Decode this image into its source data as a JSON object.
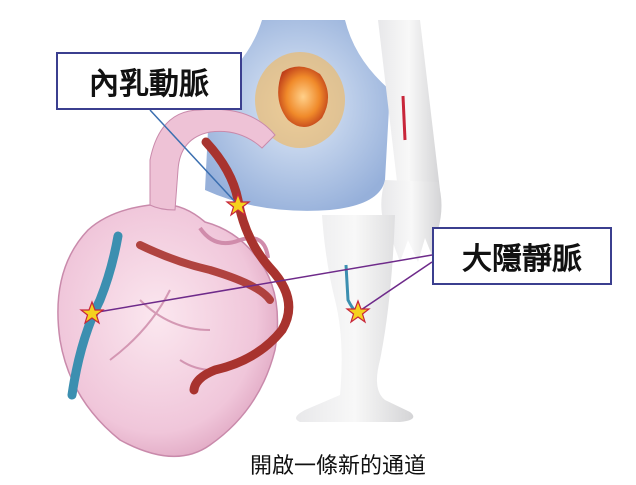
{
  "labels": {
    "internal_mammary_artery": "內乳動脈",
    "great_saphenous_vein": "大隱靜脈"
  },
  "caption": "開啟一條新的通道",
  "colors": {
    "heart": "#f1cfe0",
    "graft_artery": "#a8332e",
    "graft_vein": "#3c8fb0",
    "label_border": "#3b3f8f",
    "connector_line": "#6e2a8a",
    "star": "#f5d21e"
  },
  "icons": [
    "heart-illustration",
    "torso-figure",
    "arm-figure",
    "leg-figure",
    "star-marker-icon"
  ]
}
